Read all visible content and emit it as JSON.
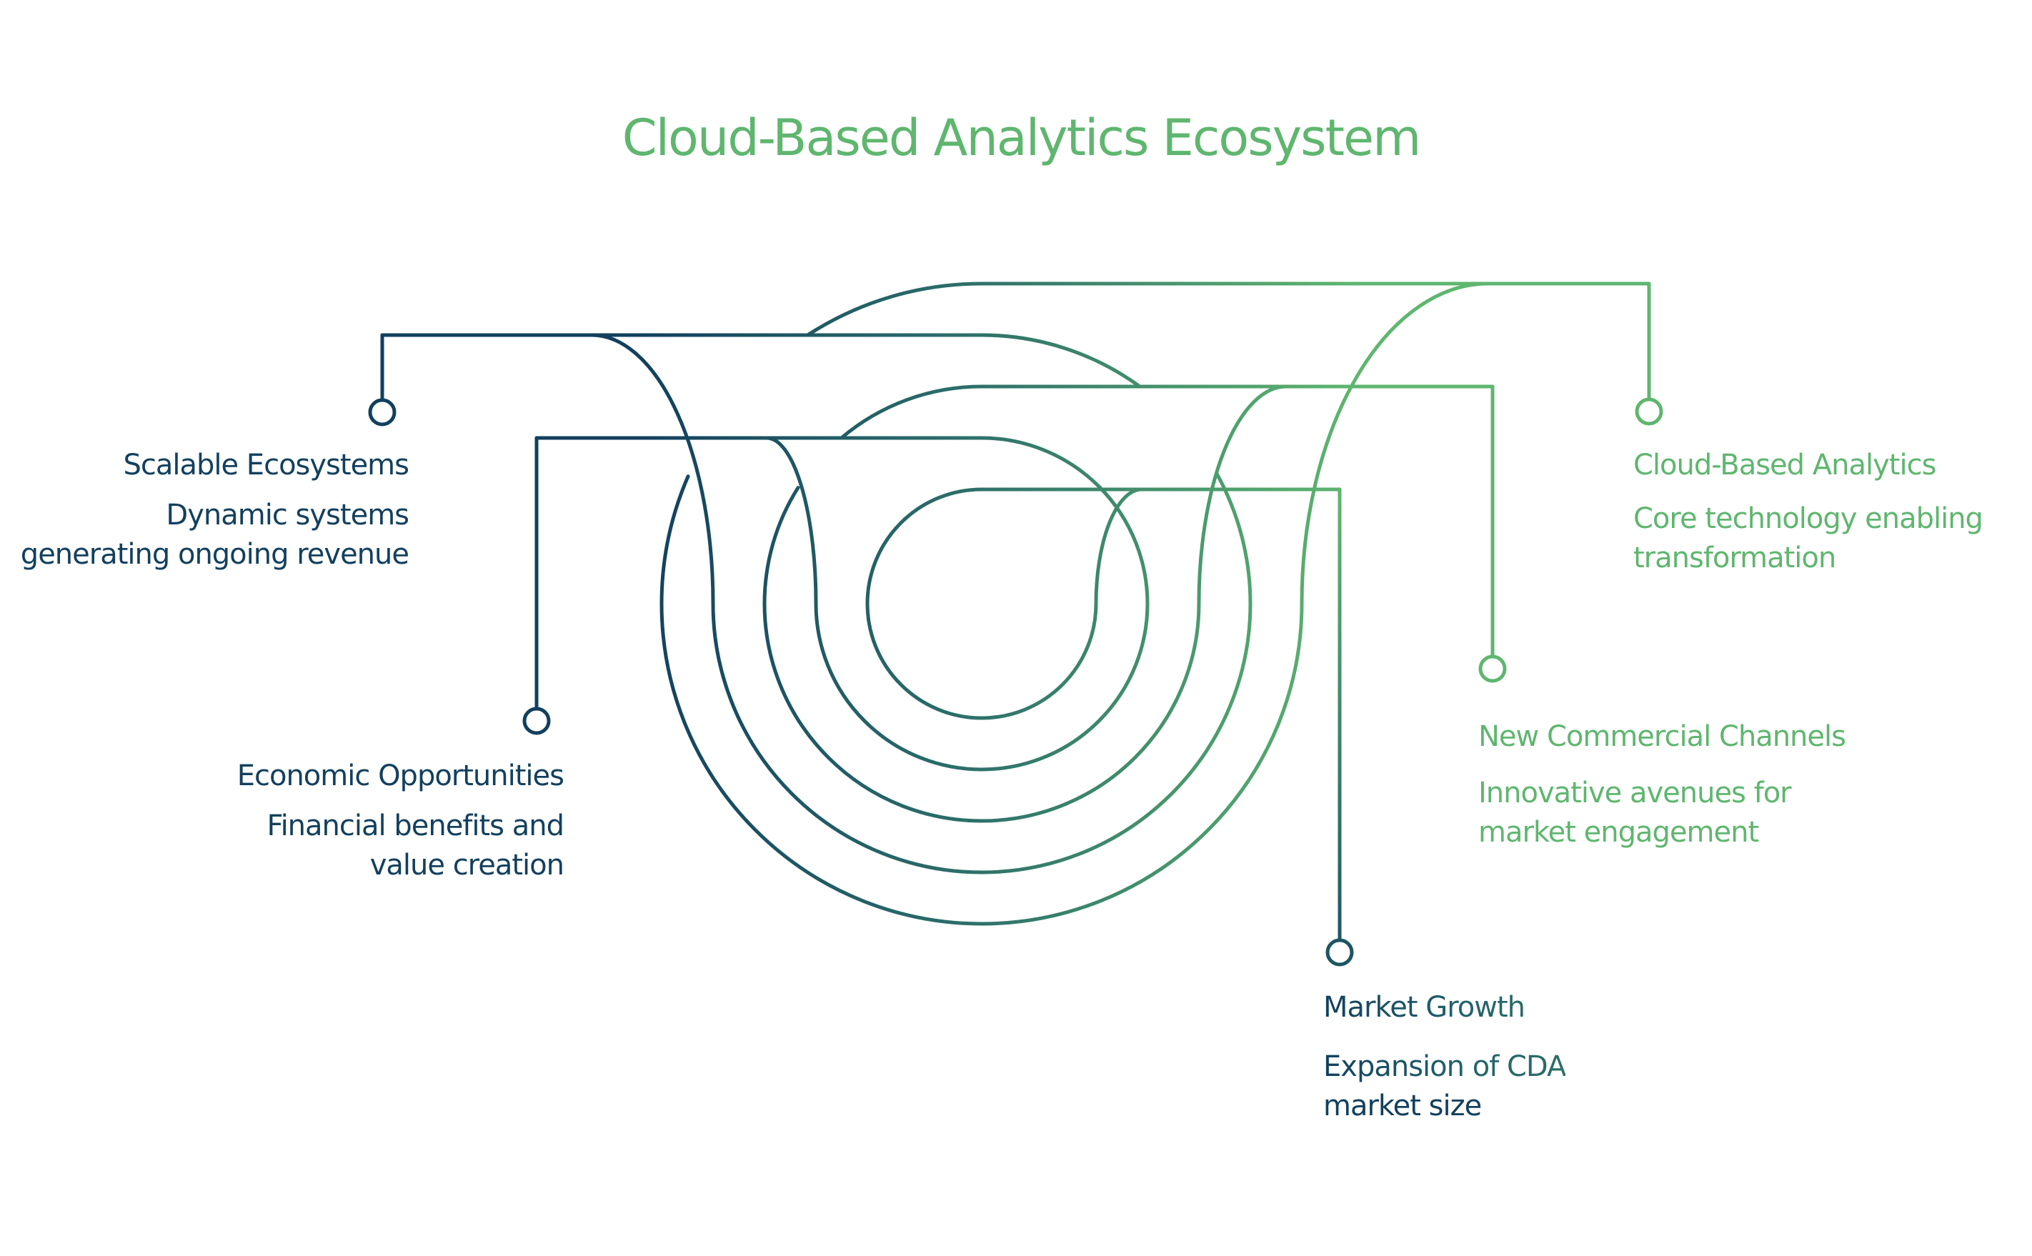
{
  "title": "Cloud-Based Analytics Ecosystem",
  "colors": {
    "dark": "#12405e",
    "mid": "#2c6f6a",
    "green": "#5fb66f"
  },
  "nodes": [
    {
      "id": "scalable-ecosystems",
      "title": "Scalable Ecosystems",
      "description": [
        "Dynamic systems",
        "generating ongoing revenue"
      ],
      "side": "left"
    },
    {
      "id": "economic-opportunities",
      "title": "Economic Opportunities",
      "description": [
        "Financial benefits and",
        "value creation"
      ],
      "side": "left"
    },
    {
      "id": "cloud-based-analytics",
      "title": "Cloud-Based Analytics",
      "description": [
        "Core technology enabling",
        "transformation"
      ],
      "side": "right"
    },
    {
      "id": "new-commercial-channels",
      "title": "New Commercial Channels",
      "description": [
        "Innovative avenues for",
        "market engagement"
      ],
      "side": "right"
    },
    {
      "id": "market-growth",
      "title": "Market Growth",
      "description": [
        "Expansion of CDA",
        "market size"
      ],
      "side": "right"
    }
  ]
}
